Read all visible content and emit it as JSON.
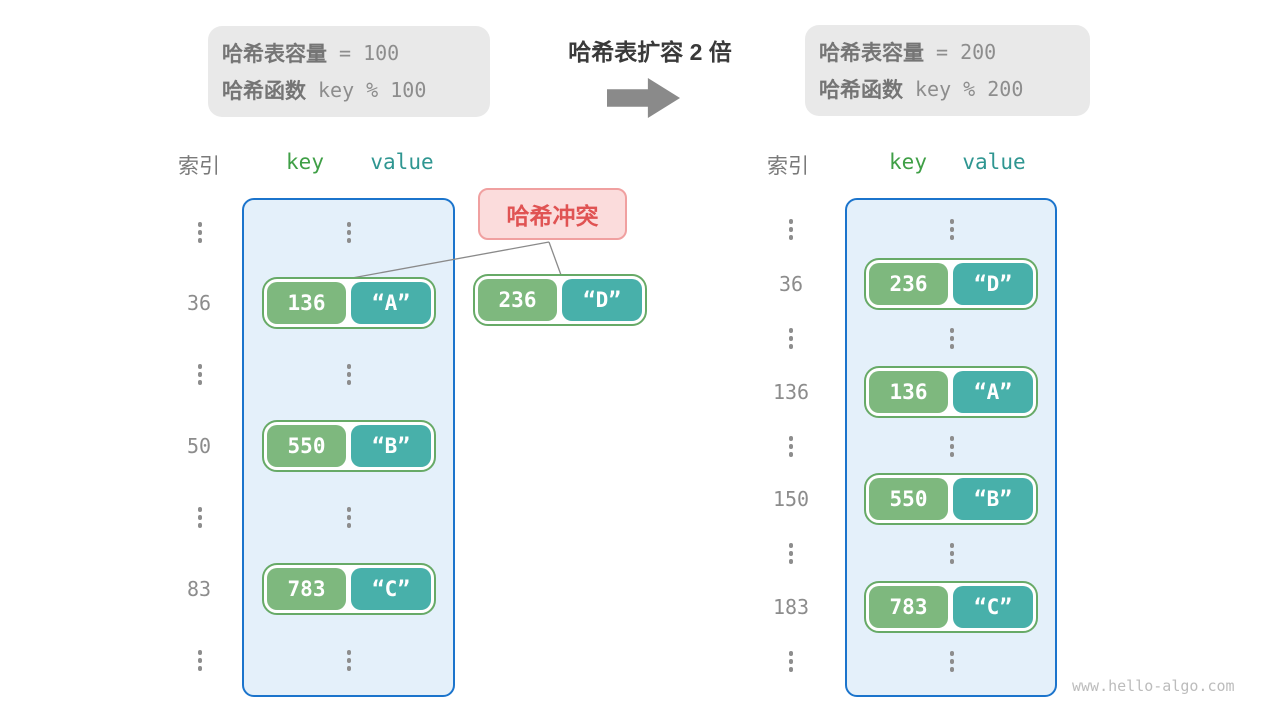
{
  "header": {
    "before_box": {
      "capacity_label": "哈希表容量",
      "capacity_value": "= 100",
      "function_label": "哈希函数",
      "function_value": "key % 100"
    },
    "expand_title": "哈希表扩容 2 倍",
    "after_box": {
      "capacity_label": "哈希表容量",
      "capacity_value": "= 200",
      "function_label": "哈希函数",
      "function_value": "key % 200"
    }
  },
  "left_table": {
    "index_header": "索引",
    "key_header": "key",
    "value_header": "value",
    "rows": [
      {
        "index": "36",
        "key": "136",
        "value": "“A”"
      },
      {
        "index": "50",
        "key": "550",
        "value": "“B”"
      },
      {
        "index": "83",
        "key": "783",
        "value": "“C”"
      }
    ]
  },
  "collision": {
    "label": "哈希冲突",
    "pair": {
      "key": "236",
      "value": "“D”"
    }
  },
  "right_table": {
    "index_header": "索引",
    "key_header": "key",
    "value_header": "value",
    "rows": [
      {
        "index": "36",
        "key": "236",
        "value": "“D”"
      },
      {
        "index": "136",
        "key": "136",
        "value": "“A”"
      },
      {
        "index": "150",
        "key": "550",
        "value": "“B”"
      },
      {
        "index": "183",
        "key": "783",
        "value": "“C”"
      }
    ]
  },
  "watermark": "www.hello-algo.com",
  "colors": {
    "key_green": "#7eb87e",
    "value_teal": "#48b0aa",
    "pair_border_green": "#67aa67",
    "container_border_blue": "#1b74cc",
    "container_fill_blue": "#e4f0fa",
    "collision_text_red": "#e05353",
    "collision_bg": "#fbdcdc",
    "collision_border": "#f0a0a0",
    "info_box_bg": "#e9e9e9",
    "gray_text": "#8c8c8c"
  }
}
